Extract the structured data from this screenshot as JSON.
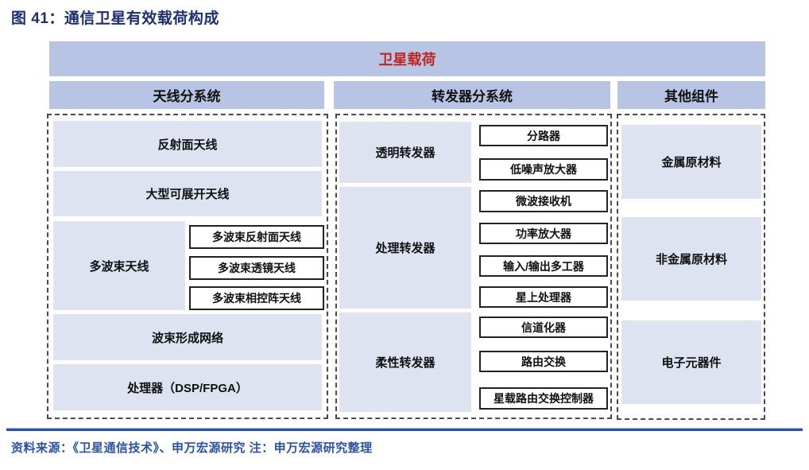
{
  "page": {
    "title": "图 41：通信卫星有效载荷构成",
    "footer_source": "资料来源：《卫星通信技术》、申万宏源研究 注：申万宏源研究整理"
  },
  "colors": {
    "title_text": "#1c2f75",
    "root_text": "#bf2521",
    "header_bg": "#b7c4e3",
    "box_bg": "#dde3f1",
    "footer_text": "#2b52a8",
    "rule": "#2b52a8"
  },
  "diagram": {
    "root_label": "卫星载荷",
    "antenna": {
      "header": "天线分系统",
      "reflector": "反射面天线",
      "deployable": "大型可展开天线",
      "multibeam": {
        "label": "多波束天线",
        "children": [
          "多波束反射面天线",
          "多波束透镜天线",
          "多波束相控阵天线"
        ]
      },
      "beamforming": "波束形成网络",
      "processor": "处理器（DSP/FPGA）"
    },
    "transponder": {
      "header": "转发器分系统",
      "groups": [
        {
          "label": "透明转发器",
          "children": [
            "分路器",
            "低噪声放大器"
          ]
        },
        {
          "label": "处理转发器",
          "children": [
            "微波接收机",
            "功率放大器",
            "输入/输出多工器",
            "星上处理器"
          ]
        },
        {
          "label": "柔性转发器",
          "children": [
            "信道化器",
            "路由交换",
            "星载路由交换控制器"
          ]
        }
      ]
    },
    "other": {
      "header": "其他组件",
      "items": [
        "金属原材料",
        "非金属原材料",
        "电子元器件"
      ]
    }
  }
}
